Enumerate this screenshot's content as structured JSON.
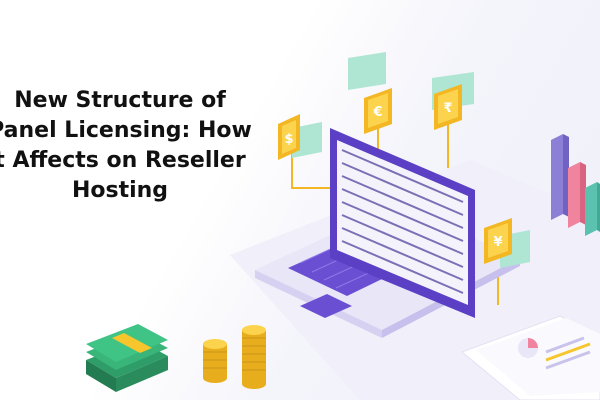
{
  "article": {
    "headline_lines": [
      "New Structure of",
      "Panel Licensing: How",
      "t Affects on Reseller",
      "Hosting"
    ]
  },
  "illustration": {
    "currency_badges": [
      {
        "symbol": "$"
      },
      {
        "symbol": "€"
      },
      {
        "symbol": "₹"
      },
      {
        "symbol": "¥"
      }
    ],
    "colors": {
      "laptop_purple": "#5b3fc4",
      "coin_gold": "#f7c52c",
      "mint": "#aee6d3",
      "banknote_green": "#2f9d68",
      "bar_purple": "#8b7fd6",
      "bar_pink": "#f0839e",
      "bar_teal": "#5cc2b0"
    }
  }
}
